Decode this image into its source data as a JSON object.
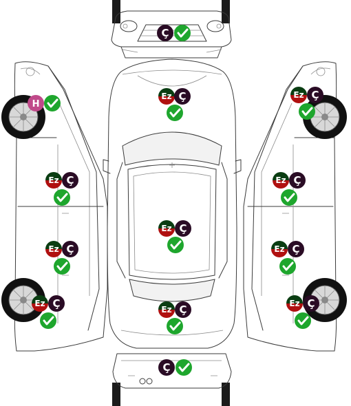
{
  "labels": {
    "ez": "Ez",
    "c": "Ç",
    "h": "H"
  },
  "colors": {
    "ok_green": "#1ea62d",
    "dark_purple": "#2a0c25",
    "ez_red": "#b01010",
    "ez_green": "#0a3d12",
    "h_pink": "#c04a8a",
    "tire": "#111111",
    "line": "#3a3a3a"
  },
  "icons": {
    "ok": "check-circle-icon",
    "dent": "ez-icon",
    "paint": "c-icon",
    "tire": "h-icon"
  },
  "panels": [
    {
      "id": "front-bumper",
      "marks": [
        "c",
        "ok"
      ]
    },
    {
      "id": "hood",
      "marks": [
        "ez",
        "c",
        "ok"
      ]
    },
    {
      "id": "roof",
      "marks": [
        "ez",
        "c",
        "ok"
      ]
    },
    {
      "id": "trunk",
      "marks": [
        "ez",
        "c",
        "ok"
      ]
    },
    {
      "id": "rear-bumper",
      "marks": [
        "c",
        "ok"
      ]
    },
    {
      "id": "left-front-fender",
      "marks": [
        "h",
        "ok"
      ]
    },
    {
      "id": "left-front-door",
      "marks": [
        "ez",
        "c",
        "ok"
      ]
    },
    {
      "id": "left-rear-door",
      "marks": [
        "ez",
        "c",
        "ok"
      ]
    },
    {
      "id": "left-rear-fender",
      "marks": [
        "ez",
        "c",
        "ok"
      ]
    },
    {
      "id": "right-front-fender",
      "marks": [
        "ez",
        "c",
        "ok"
      ]
    },
    {
      "id": "right-front-door",
      "marks": [
        "ez",
        "c",
        "ok"
      ]
    },
    {
      "id": "right-rear-door",
      "marks": [
        "ez",
        "c",
        "ok"
      ]
    },
    {
      "id": "right-rear-fender",
      "marks": [
        "ez",
        "c",
        "ok"
      ]
    }
  ]
}
